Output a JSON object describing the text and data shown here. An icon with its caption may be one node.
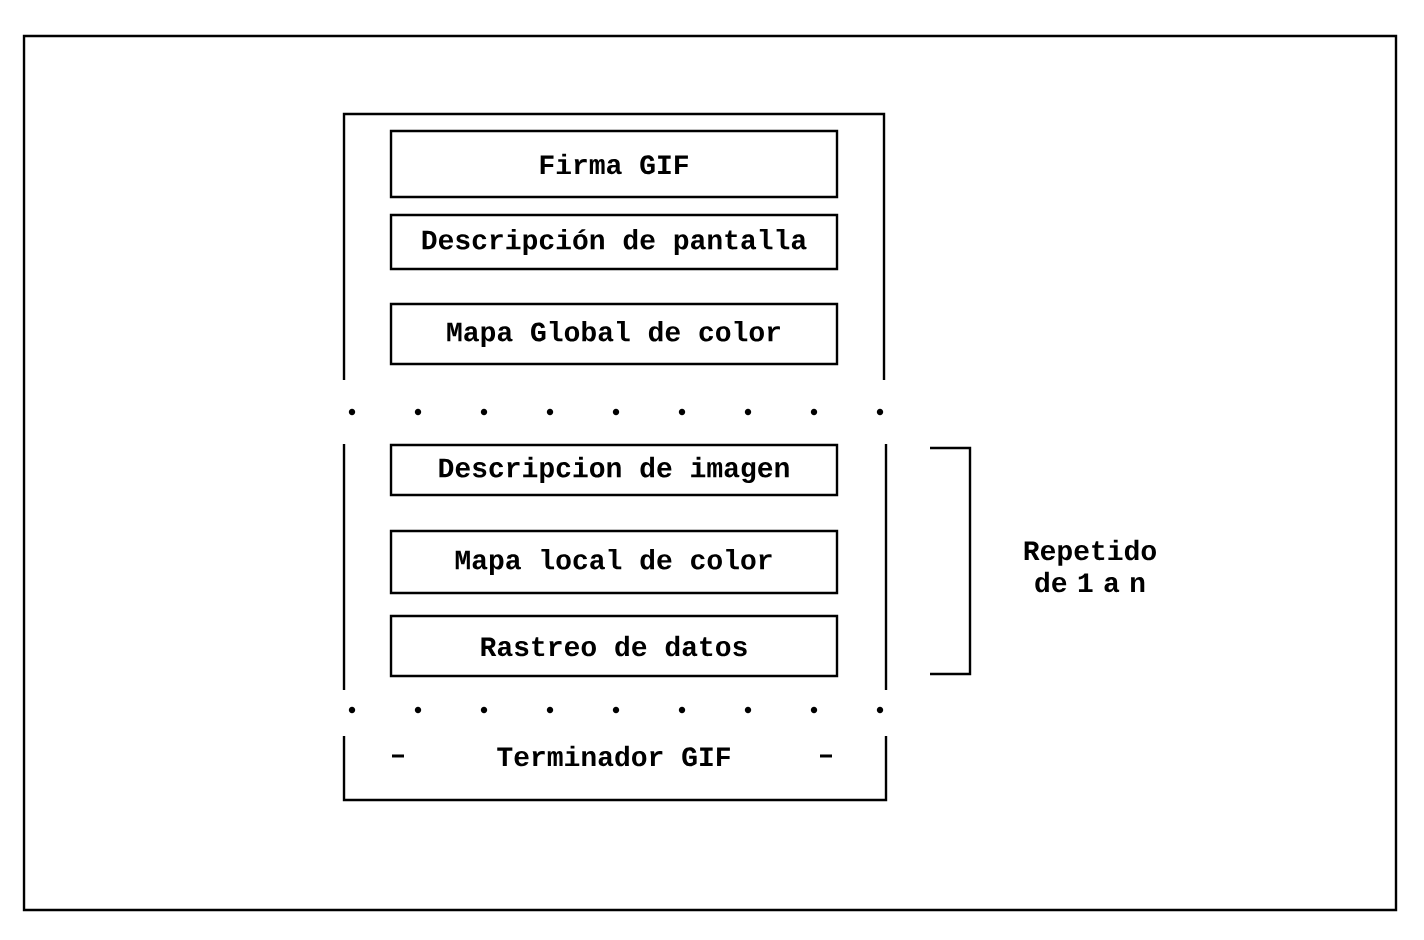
{
  "diagram": {
    "nodes": [
      {
        "text": [
          "Firma GIF"
        ]
      },
      {
        "text": [
          "Descripción de pantalla"
        ]
      },
      {
        "text": [
          "Mapa Global de color"
        ]
      },
      {
        "text": [
          "Descripcion de imagen"
        ]
      },
      {
        "text": [
          "Mapa local de color"
        ]
      },
      {
        "text": [
          "Rastreo de datos"
        ]
      },
      {
        "text": [
          "Terminador GIF"
        ]
      }
    ],
    "labels": [
      "Repetido de 1 a n"
    ]
  }
}
